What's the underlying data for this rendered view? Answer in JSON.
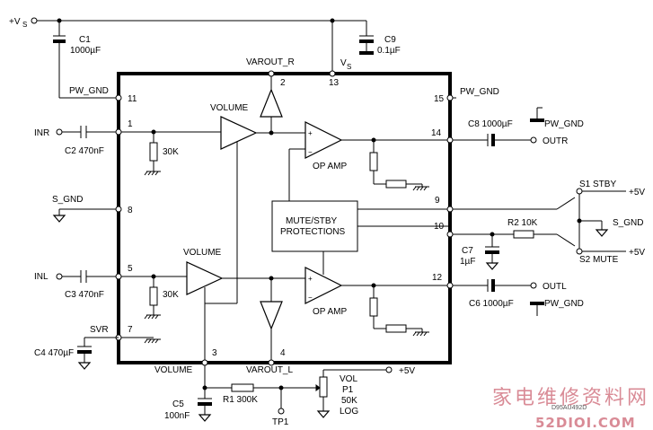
{
  "supply": {
    "vs_in": "+V",
    "vs_sub": "S",
    "vs_pin": "V",
    "vs_pin_sub": "S"
  },
  "caps": {
    "c1": {
      "name": "C1",
      "value": "1000µF"
    },
    "c9": {
      "name": "C9",
      "value": "0.1µF"
    },
    "c2": "C2 470nF",
    "c3": "C3 470nF",
    "c4": "C4 470µF",
    "c5": {
      "name": "C5",
      "value": "100nF"
    },
    "c6": "C6 1000µF",
    "c7": {
      "name": "C7",
      "value": "1µF"
    },
    "c8": "C8 1000µF"
  },
  "resistors": {
    "r_30k_top": "30K",
    "r_30k_bot": "30K",
    "r1": "R1 300K",
    "r2": "R2 10K",
    "p1": {
      "line1": "VOL",
      "line2": "P1",
      "line3": "50K",
      "line4": "LOG"
    }
  },
  "pins": {
    "p1": "1",
    "p2": "2",
    "p3": "3",
    "p4": "4",
    "p5": "5",
    "p7": "7",
    "p8": "8",
    "p9": "9",
    "p10": "10",
    "p11": "11",
    "p12": "12",
    "p13": "13",
    "p14": "14",
    "p15": "15"
  },
  "labels": {
    "varout_r": "VAROUT_R",
    "varout_l": "VAROUT_L",
    "pw_gnd_11": "PW_GND",
    "pw_gnd_15": "PW_GND",
    "pw_gnd_c8": "PW_GND",
    "pw_gnd_c6": "PW_GND",
    "inr": "INR",
    "inl": "INL",
    "s_gnd_8": "S_GND",
    "s_gnd_sw": "S_GND",
    "svr": "SVR",
    "volume_top": "VOLUME",
    "volume_bot": "VOLUME",
    "volume_pin3": "VOLUME",
    "op_amp_top": "OP AMP",
    "op_amp_bot": "OP AMP",
    "mute_line1": "MUTE/STBY",
    "mute_line2": "PROTECTIONS",
    "outr": "OUTR",
    "outl": "OUTL",
    "s1": "S1 STBY",
    "s2": "S2 MUTE",
    "plus5_a": "+5V",
    "plus5_b": "+5V",
    "plus5_c": "+5V",
    "tp1": "TP1",
    "code": "D95AU492D"
  },
  "watermark": {
    "chars": "家电维修资料网",
    "url": "52DIOI.COM"
  }
}
